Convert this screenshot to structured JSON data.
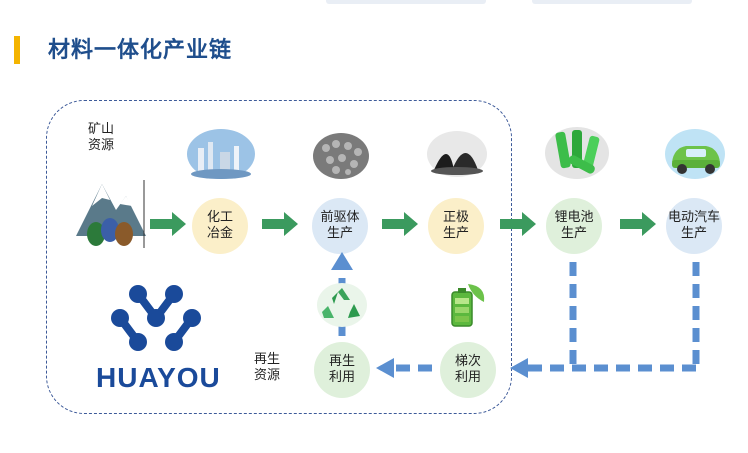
{
  "title": "材料一体化产业链",
  "labels": {
    "mine": "矿山\n资源",
    "recycle_source": "再生\n资源"
  },
  "nodes": {
    "smelting": "化工\n冶金",
    "precursor": "前驱体\n生产",
    "cathode": "正极\n生产",
    "battery": "锂电池\n生产",
    "ev": "电动汽车\n生产",
    "cascade": "梯次\n利用",
    "regen": "再生\n利用"
  },
  "logo": {
    "name": "HUAYOU",
    "brand_color": "#1a4a9a"
  },
  "colors": {
    "title": "#1f4e8c",
    "accent": "#f4b400",
    "flow_arrow": "#3b9a5e",
    "recycle_arrow": "#5b8fd0"
  },
  "icons": [
    "chemical-plant-icon",
    "powder-icon",
    "black-powder-icon",
    "battery-cells-icon",
    "electric-car-icon",
    "recycle-icon",
    "green-battery-icon",
    "mine-logo-icon",
    "huayou-logo-icon"
  ]
}
